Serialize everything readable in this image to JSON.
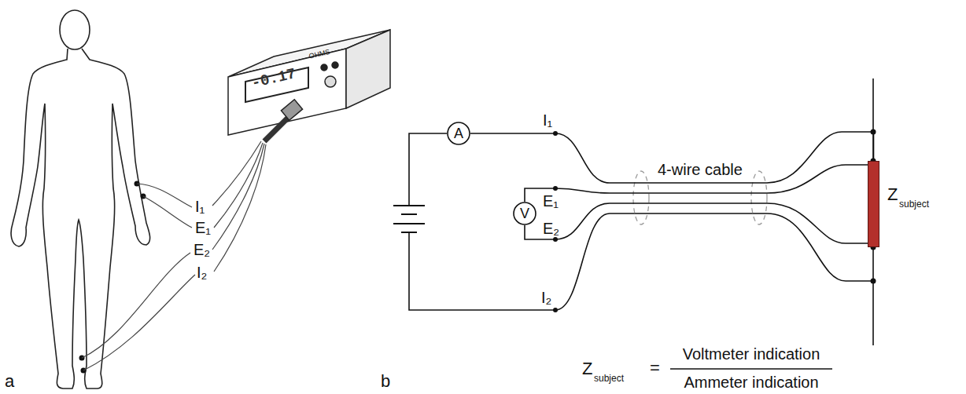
{
  "diagram": {
    "nodes": [
      {
        "text": [
          "A"
        ]
      },
      {
        "text": [
          "V"
        ]
      },
      {
        "text": [
          "Z",
          "subject"
        ]
      }
    ],
    "edges": [
      {
        "from": 0,
        "to": 2,
        "arrow": "none"
      },
      {
        "from": 1,
        "to": 2,
        "arrow": "none"
      },
      {
        "from": 1,
        "to": 2,
        "arrow": "none"
      }
    ],
    "labels": [
      "a",
      "b",
      "OHMS",
      "-0.17",
      "I₁",
      "E₁",
      "E₂",
      "I₂",
      "I₁",
      "E₁",
      "E₂",
      "I₂",
      "4-wire cable",
      "Z",
      "subject",
      "=",
      "Voltmeter indication",
      "Ammeter indication"
    ]
  }
}
